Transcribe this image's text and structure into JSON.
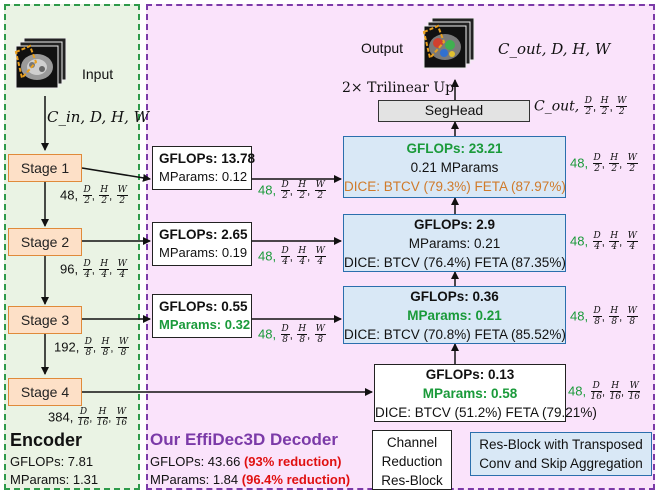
{
  "input": {
    "label": "Input",
    "shape": "C_in, D, H, W"
  },
  "output": {
    "label": "Output",
    "shape": "C_out, D, H, W"
  },
  "upsample": {
    "label": "2× Trilinear Up"
  },
  "seghead": {
    "label": "SegHead",
    "shape_prefix": "C_out,",
    "fracs": [
      "D",
      "2",
      "H",
      "2",
      "W",
      "2"
    ]
  },
  "stages": [
    {
      "label": "Stage 1",
      "ch": "48,",
      "den": "2"
    },
    {
      "label": "Stage 2",
      "ch": "96,",
      "den": "4"
    },
    {
      "label": "Stage 3",
      "ch": "192,",
      "den": "8"
    },
    {
      "label": "Stage 4",
      "ch": "384,",
      "den": "16"
    }
  ],
  "reduction_blocks": [
    {
      "gflops": "GFLOPs: 13.78",
      "mparams": "MParams: 0.12",
      "out_ch": "48,",
      "den": "2"
    },
    {
      "gflops": "GFLOPs: 2.65",
      "mparams": "MParams: 0.19",
      "out_ch": "48,",
      "den": "4"
    },
    {
      "gflops": "GFLOPs: 0.55",
      "mparams": "MParams: 0.32",
      "out_ch": "48,",
      "den": "8"
    }
  ],
  "decoder_blocks": [
    {
      "gflops": "GFLOPs: 23.21",
      "mparams": "0.21 MParams",
      "dice": "DICE: BTCV (79.3%) FETA (87.97%)",
      "out_ch": "48,",
      "den": "2"
    },
    {
      "gflops": "GFLOPs: 2.9",
      "mparams": "MParams: 0.21",
      "dice": "DICE: BTCV (76.4%) FETA (87.35%)",
      "out_ch": "48,",
      "den": "4"
    },
    {
      "gflops": "GFLOPs: 0.36",
      "mparams": "MParams: 0.21",
      "dice": "DICE: BTCV (70.8%) FETA (85.52%)",
      "out_ch": "48,",
      "den": "8"
    },
    {
      "gflops": "GFLOPs: 0.13",
      "mparams": "MParams: 0.58",
      "dice": "DICE: BTCV (51.2%) FETA (79.21%)",
      "out_ch": "48,",
      "den": "16"
    }
  ],
  "encoder": {
    "title": "Encoder",
    "gflops": "GFLOPs: 7.81",
    "mparams": "MParams: 1.31"
  },
  "decoder": {
    "title": "Our EffiDec3D Decoder",
    "gflops": "GFLOPs: 43.66",
    "gflops_red": "(93% reduction)",
    "mparams": "MParams: 1.84",
    "mparams_red": "(96.4% reduction)"
  },
  "legend": {
    "white_box": [
      "Channel",
      "Reduction",
      "Res-Block"
    ],
    "blue_box": [
      "Res-Block with Transposed",
      "Conv and Skip Aggregation"
    ]
  },
  "frac_labels": {
    "D": "D",
    "H": "H",
    "W": "W"
  },
  "colors": {
    "stage_fill": "#fde0c7",
    "decoder_fill": "#d9e8f6",
    "encoder_bg": "#eaf3e4",
    "decoder_bg": "#fae3fb",
    "highlight_green": "#1a9a3a",
    "highlight_red": "#e01010"
  }
}
